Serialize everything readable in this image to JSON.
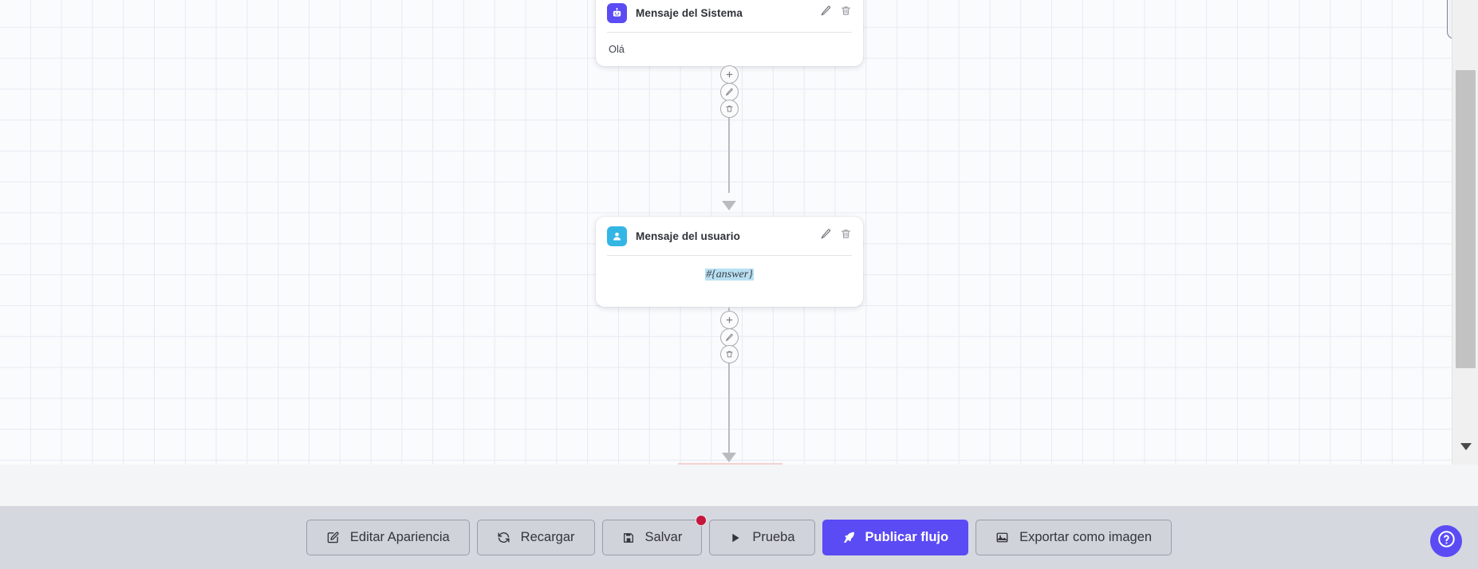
{
  "canvas": {
    "nodes": [
      {
        "id": "system-message",
        "icon": "bot-icon",
        "title": "Mensaje del Sistema",
        "body": "Olá",
        "edit_icon": "pencil-icon",
        "delete_icon": "trash-icon"
      },
      {
        "id": "user-message",
        "icon": "user-icon",
        "title": "Mensaje del usuario",
        "body": "#{answer}",
        "edit_icon": "pencil-icon",
        "delete_icon": "trash-icon"
      }
    ],
    "connector_buttons": [
      {
        "name": "add-node-button",
        "icon": "plus-icon"
      },
      {
        "name": "edit-connection-button",
        "icon": "pencil-icon"
      },
      {
        "name": "delete-connection-button",
        "icon": "trash-icon"
      }
    ],
    "scrollbar": {
      "name": "vertical-scrollbar",
      "down_arrow_icon": "chevron-down-icon"
    }
  },
  "footer": {
    "buttons": [
      {
        "id": "edit-appearance",
        "label": "Editar Apariencia",
        "icon": "pencil-square-icon",
        "primary": false,
        "badge": false
      },
      {
        "id": "reload",
        "label": "Recargar",
        "icon": "refresh-icon",
        "primary": false,
        "badge": false
      },
      {
        "id": "save",
        "label": "Salvar",
        "icon": "save-icon",
        "primary": false,
        "badge": true
      },
      {
        "id": "test",
        "label": "Prueba",
        "icon": "play-icon",
        "primary": false,
        "badge": false
      },
      {
        "id": "publish-flow",
        "label": "Publicar flujo",
        "icon": "rocket-icon",
        "primary": true,
        "badge": false
      },
      {
        "id": "export-image",
        "label": "Exportar como imagen",
        "icon": "image-icon",
        "primary": false,
        "badge": false
      }
    ],
    "help": {
      "label": "?",
      "icon": "help-circle-icon"
    }
  },
  "colors": {
    "accent": "#5b4bf5",
    "user_node_icon": "#34b6e4",
    "badge": "#c4173c",
    "variable_highlight": "#b8e0f2",
    "footer_bg": "#d6d8e0"
  }
}
